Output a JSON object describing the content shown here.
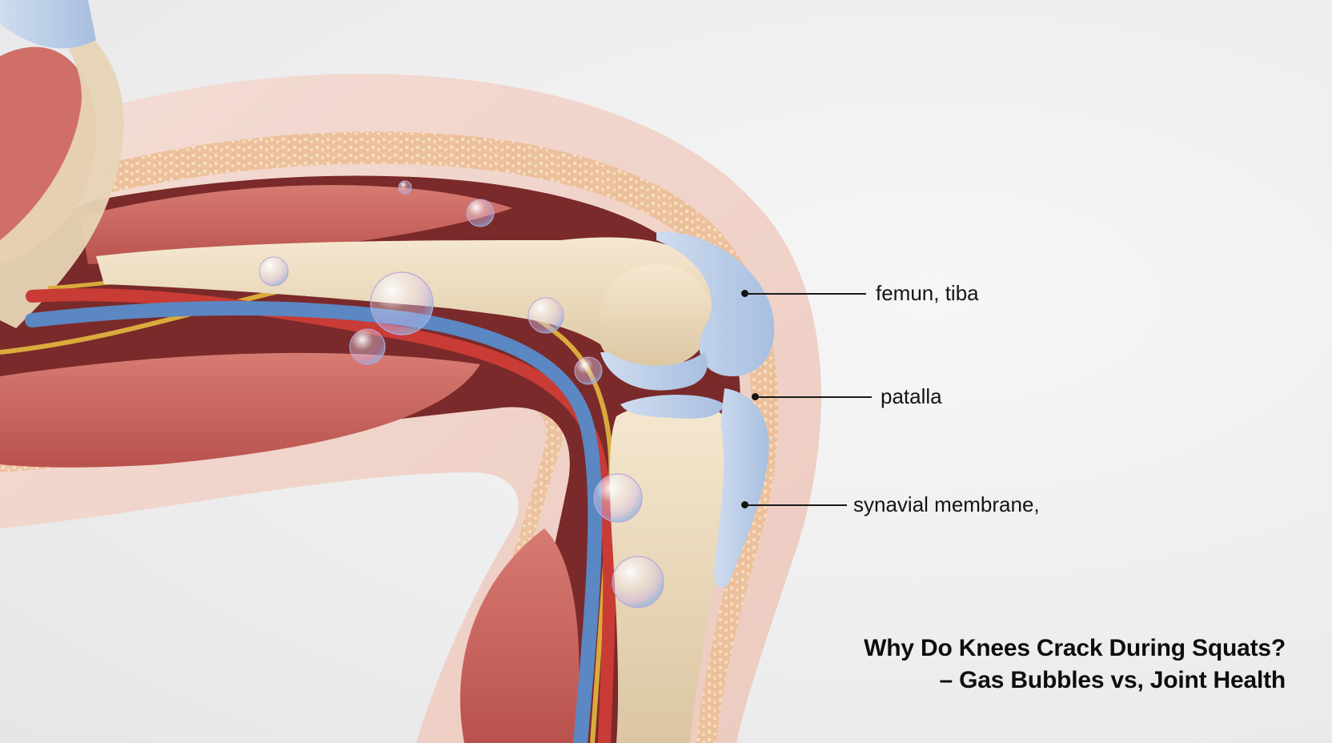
{
  "labels": {
    "femur_tibia": "femun, tiba",
    "patella": "patalla",
    "synovial": "synavial membrane,"
  },
  "caption": {
    "line1": "Why Do Knees Crack During Squats?",
    "line2": "– Gas Bubbles vs, Joint Health"
  },
  "colors": {
    "background": "#eeeeef",
    "skin": "#f1d2c9",
    "fat_layer": "#e9b48f",
    "muscle": "#c9605a",
    "bone": "#eddcbf",
    "cartilage": "#b9cde6",
    "vein": "#5b87c2",
    "artery": "#c93b35",
    "nerve": "#d7a93a",
    "text": "#141414"
  }
}
